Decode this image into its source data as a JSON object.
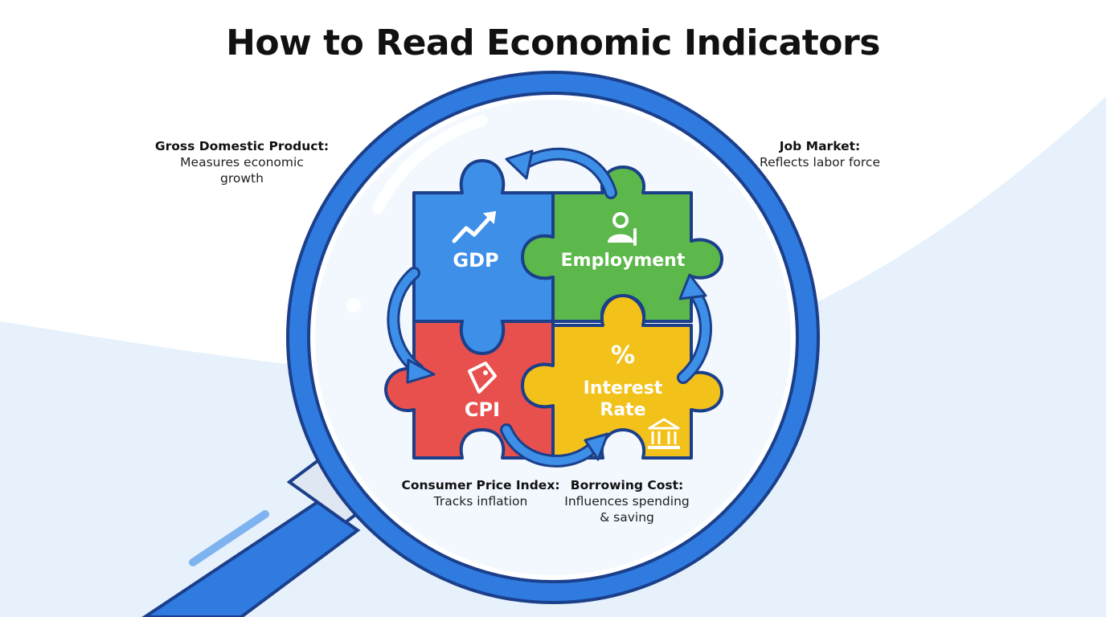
{
  "title": "How to Read Economic Indicators",
  "colors": {
    "gdp": "#3d8fe8",
    "employment": "#5cb84a",
    "cpi": "#e8504e",
    "interest": "#f2c21b",
    "lens_ring": "#2f7be0",
    "outline": "#1b3f8a",
    "background_band": "#e6f1fb"
  },
  "pieces": {
    "gdp": {
      "label": "GDP",
      "icon": "trend-up-icon"
    },
    "employment": {
      "label": "Employment",
      "icon": "worker-icon"
    },
    "cpi": {
      "label": "CPI",
      "icon": "price-tag-icon"
    },
    "interest": {
      "label_line1": "Interest",
      "label_line2": "Rate",
      "icon_top": "percent-icon",
      "icon_bottom": "bank-icon",
      "percent_symbol": "%"
    }
  },
  "captions": {
    "gdp": {
      "heading": "Gross Domestic Product:",
      "line1": "Measures economic",
      "line2": "growth"
    },
    "job": {
      "heading": "Job Market:",
      "line1": "Reflects labor force"
    },
    "cpi": {
      "heading": "Consumer Price Index:",
      "line1": "Tracks inflation"
    },
    "borrow": {
      "heading": "Borrowing Cost:",
      "line1": "Influences spending",
      "line2": "& saving"
    }
  },
  "cycle_arrows": [
    "arrow-gdp-to-cpi",
    "arrow-cpi-to-interest",
    "arrow-interest-to-employment",
    "arrow-employment-to-gdp"
  ]
}
